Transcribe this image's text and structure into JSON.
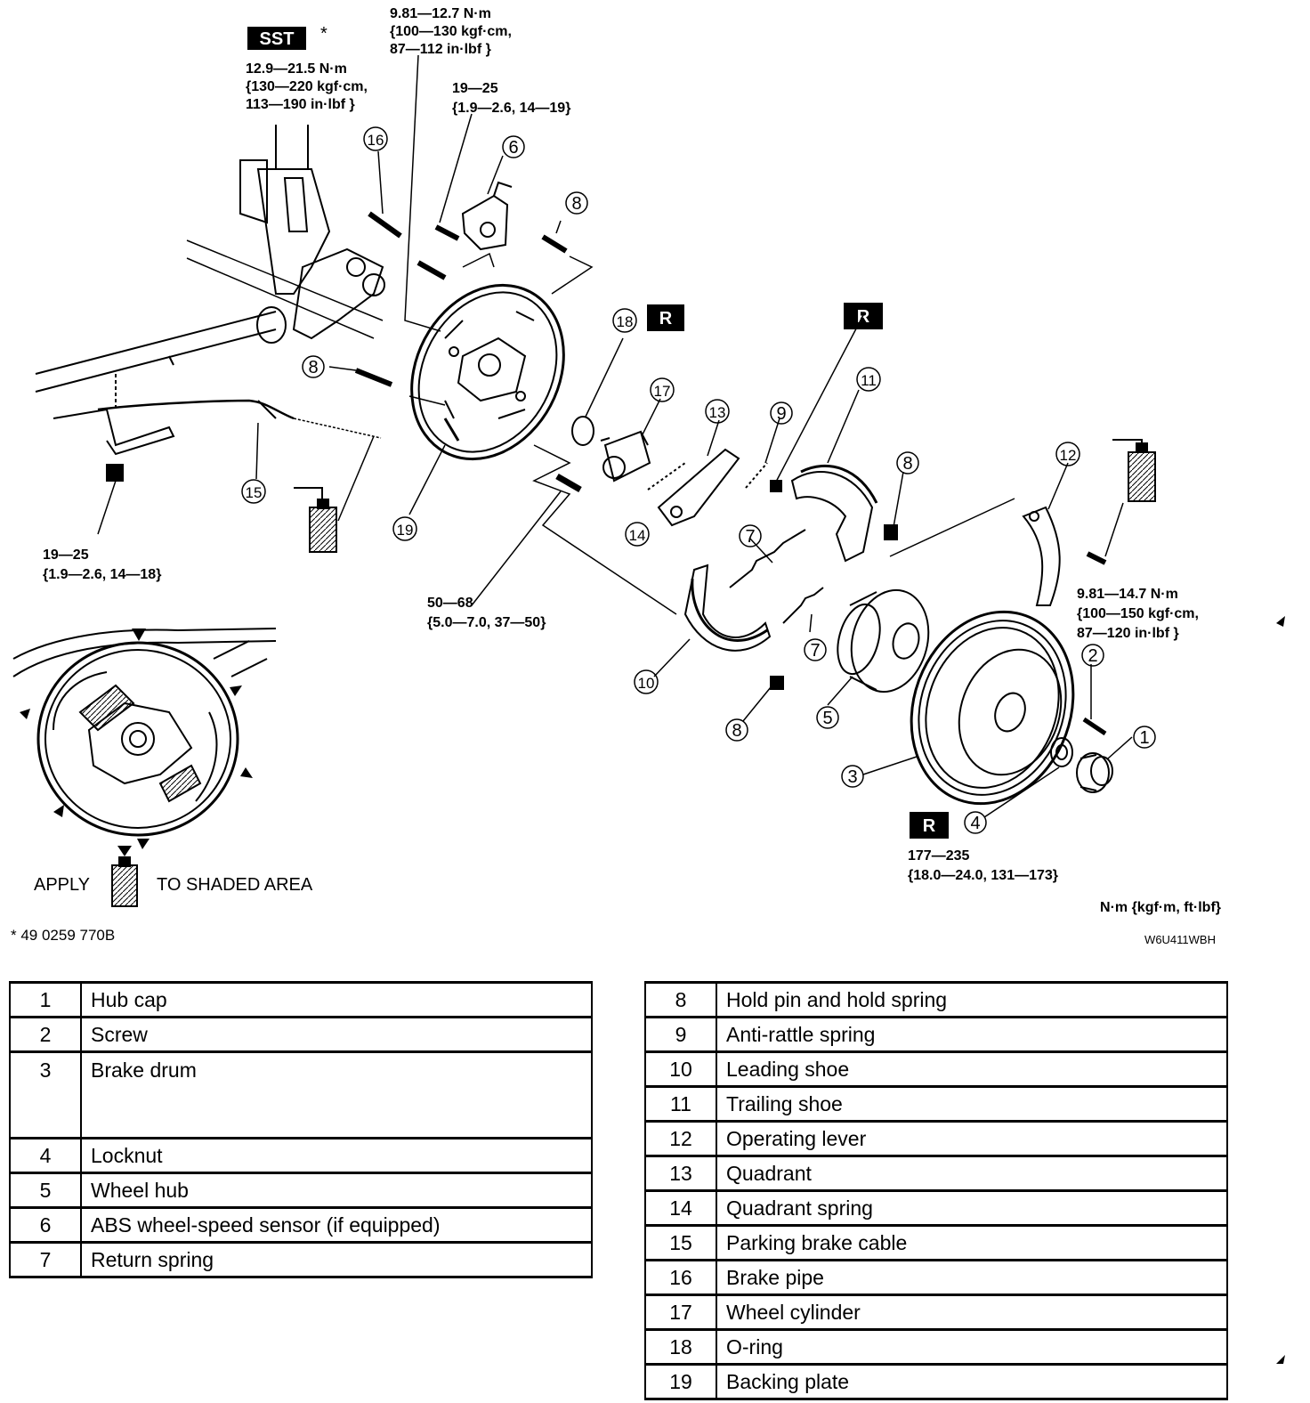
{
  "diagram": {
    "sst_badge": "SST",
    "sst_asterisk": "*",
    "r_badge": "R",
    "torques": {
      "t_top_a": [
        "9.81—12.7 N·m",
        "{100—130 kgf·cm,",
        "87—112 in·lbf }"
      ],
      "t_sst": [
        "12.9—21.5 N·m",
        "{130—220 kgf·cm,",
        "113—190 in·lbf }"
      ],
      "t_top_b": [
        "19—25",
        "{1.9—2.6, 14—19}"
      ],
      "t_left": [
        "19—25",
        "{1.9—2.6, 14—18}"
      ],
      "t_mid": [
        "50—68",
        "{5.0—7.0, 37—50}"
      ],
      "t_right": [
        "9.81—14.7 N·m",
        "{100—150 kgf·cm,",
        "87—120 in·lbf }"
      ],
      "t_nut": [
        "177—235",
        "{18.0—24.0, 131—173}"
      ]
    },
    "apply_text": "APPLY",
    "shaded_text": "TO SHADED AREA",
    "units_note": "N·m {kgf·m, ft·lbf}",
    "part_number": "* 49 0259 770B",
    "figure_code": "W6U411WBH"
  },
  "parts_left": [
    {
      "num": "1",
      "name": "Hub cap"
    },
    {
      "num": "2",
      "name": "Screw"
    },
    {
      "num": "3",
      "name": "Brake drum"
    },
    {
      "num": "4",
      "name": "Locknut"
    },
    {
      "num": "5",
      "name": "Wheel hub"
    },
    {
      "num": "6",
      "name": "ABS wheel-speed sensor (if equipped)"
    },
    {
      "num": "7",
      "name": "Return spring"
    }
  ],
  "parts_right": [
    {
      "num": "8",
      "name": "Hold pin and hold spring"
    },
    {
      "num": "9",
      "name": "Anti-rattle spring"
    },
    {
      "num": "10",
      "name": "Leading shoe"
    },
    {
      "num": "11",
      "name": "Trailing shoe"
    },
    {
      "num": "12",
      "name": "Operating lever"
    },
    {
      "num": "13",
      "name": "Quadrant"
    },
    {
      "num": "14",
      "name": "Quadrant spring"
    },
    {
      "num": "15",
      "name": "Parking brake cable"
    },
    {
      "num": "16",
      "name": "Brake pipe"
    },
    {
      "num": "17",
      "name": "Wheel cylinder"
    },
    {
      "num": "18",
      "name": "O-ring"
    },
    {
      "num": "19",
      "name": "Backing plate"
    }
  ]
}
